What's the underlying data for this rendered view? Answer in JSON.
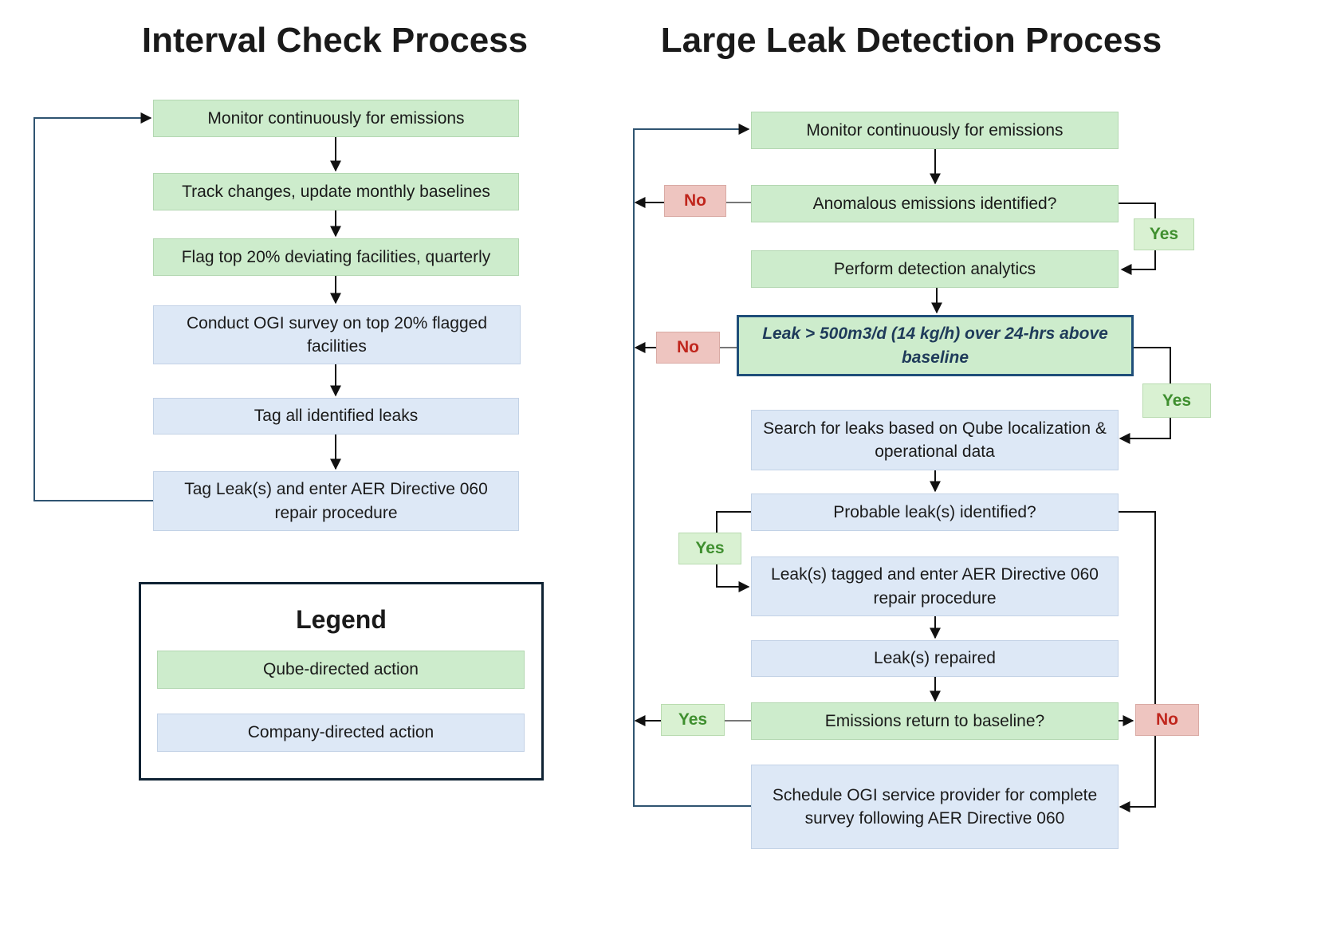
{
  "left": {
    "title": "Interval Check Process",
    "steps": [
      "Monitor continuously for emissions",
      "Track changes, update monthly baselines",
      "Flag top 20% deviating facilities, quarterly",
      "Conduct OGI survey on top 20% flagged facilities",
      "Tag all identified leaks",
      "Tag Leak(s) and enter AER Directive 060 repair procedure"
    ]
  },
  "legend": {
    "title": "Legend",
    "qube": "Qube-directed action",
    "company": "Company-directed action",
    "colors": {
      "qube": "#cdeccc",
      "company": "#dde8f6"
    }
  },
  "right": {
    "title": "Large Leak Detection Process",
    "steps": {
      "monitor": "Monitor continuously for emissions",
      "anomalous": "Anomalous emissions identified?",
      "analytics": "Perform detection analytics",
      "leak_threshold": "Leak > 500m3/d (14 kg/h) over 24-hrs above baseline",
      "search": "Search for leaks based on Qube localization & operational data",
      "probable": "Probable leak(s) identified?",
      "tagged": "Leak(s) tagged and enter AER Directive 060 repair procedure",
      "repaired": "Leak(s) repaired",
      "baseline": "Emissions return to baseline?",
      "schedule": "Schedule OGI service provider for complete survey following AER Directive 060"
    },
    "tags": {
      "no_1": "No",
      "yes_1": "Yes",
      "no_2": "No",
      "yes_2": "Yes",
      "yes_3": "Yes",
      "yes_4": "Yes",
      "no_3": "No"
    }
  }
}
